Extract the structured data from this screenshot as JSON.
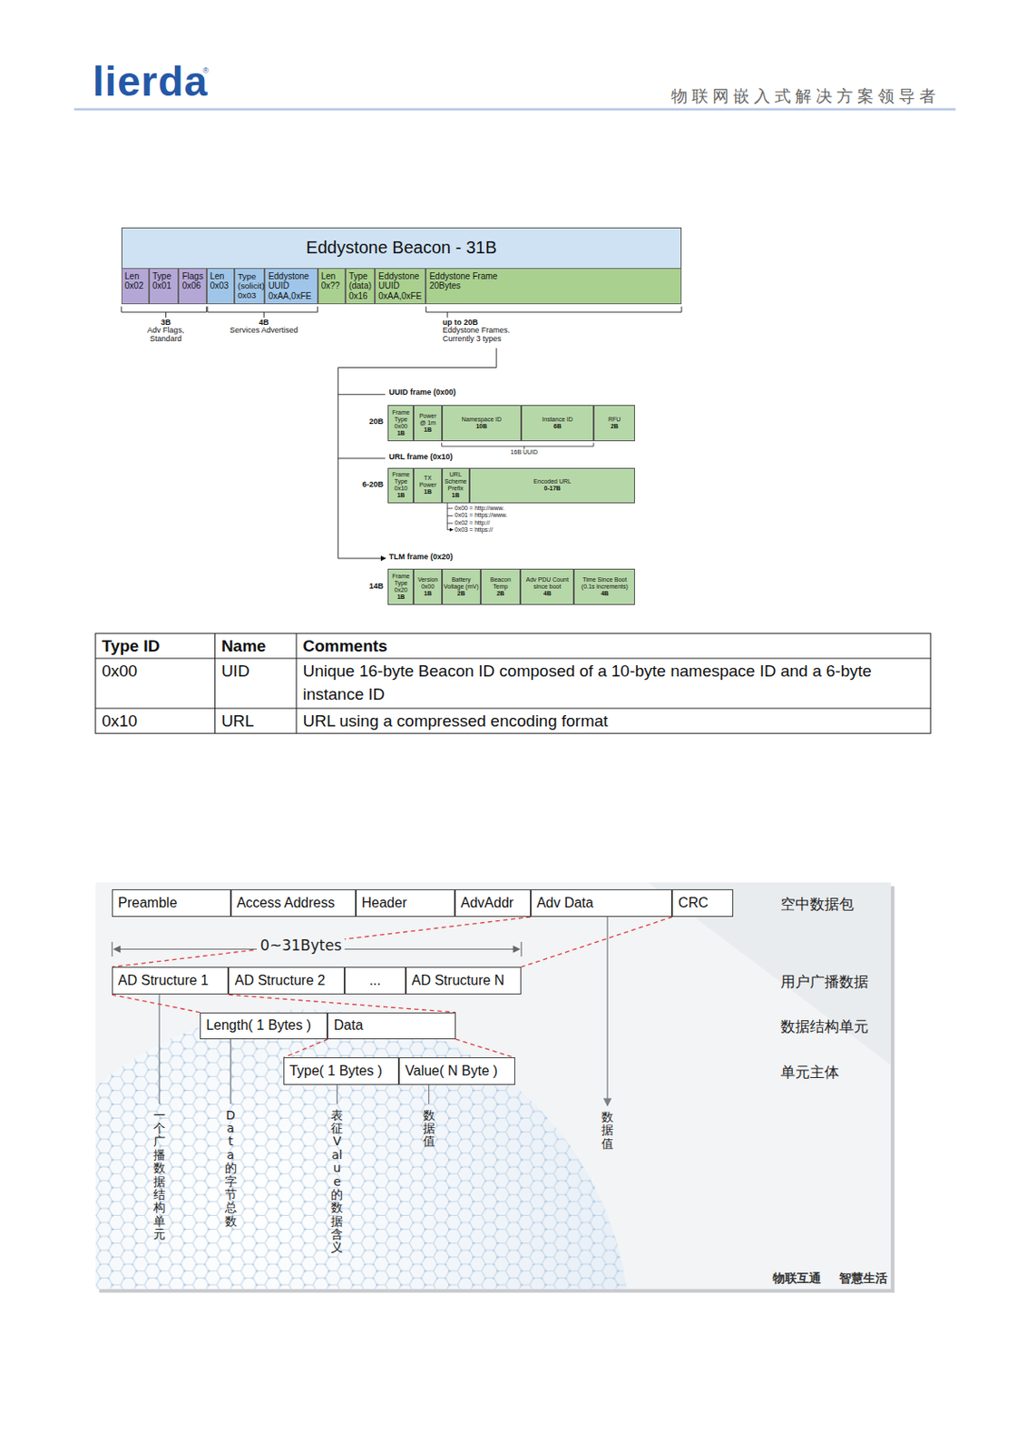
{
  "diagram": {
    "nodes": [
      {
        "text": [
          "Eddystone Beacon - 31B"
        ]
      },
      {
        "text": [
          "Len",
          "0x02"
        ],
        "in": 0
      },
      {
        "text": [
          "Type",
          "0x01"
        ],
        "in": 0
      },
      {
        "text": [
          "Flags",
          "0x06"
        ],
        "in": 0
      },
      {
        "text": [
          "Len",
          "0x03"
        ],
        "in": 0
      },
      {
        "text": [
          "Type (solicit)",
          "0x03"
        ],
        "in": 0
      },
      {
        "text": [
          "Eddystone UUID",
          "0xAA,0xFE"
        ],
        "in": 0
      },
      {
        "text": [
          "Len",
          "0x??"
        ],
        "in": 0
      },
      {
        "text": [
          "Type (data)",
          "0x16"
        ],
        "in": 0
      },
      {
        "text": [
          "Eddystone UUID",
          "0xAA,0xFE"
        ],
        "in": 0
      },
      {
        "text": [
          "Eddystone Frame",
          "20Bytes"
        ],
        "in": 0
      },
      {
        "text": [
          "Frame Type 0x00",
          "1B"
        ]
      },
      {
        "text": [
          "Power @ 1m",
          "1B"
        ]
      },
      {
        "text": [
          "Namespace ID",
          "10B"
        ]
      },
      {
        "text": [
          "Instance ID",
          "6B"
        ]
      },
      {
        "text": [
          "RFU",
          "2B"
        ]
      },
      {
        "text": [
          "Frame Type 0x10",
          "1B"
        ]
      },
      {
        "text": [
          "TX Power",
          "1B"
        ]
      },
      {
        "text": [
          "URL Scheme Prefix",
          "1B"
        ]
      },
      {
        "text": [
          "Encoded URL",
          "0-17B"
        ]
      },
      {
        "text": [
          "Frame Type 0x20",
          "1B"
        ]
      },
      {
        "text": [
          "Version 0x00",
          "1B"
        ]
      },
      {
        "text": [
          "Battery Voltage (mV)",
          "2B"
        ]
      },
      {
        "text": [
          "Beacon Temp",
          "2B"
        ]
      },
      {
        "text": [
          "Adv PDU Count since boot",
          "4B"
        ]
      },
      {
        "text": [
          "Time Since Boot (0.1s increments)",
          "4B"
        ]
      },
      {
        "text": [
          "Preamble"
        ]
      },
      {
        "text": [
          "Access Address"
        ]
      },
      {
        "text": [
          "Header"
        ]
      },
      {
        "text": [
          "AdvAddr"
        ]
      },
      {
        "text": [
          "Adv Data"
        ]
      },
      {
        "text": [
          "CRC"
        ]
      },
      {
        "text": [
          "AD Structure 1"
        ]
      },
      {
        "text": [
          "AD Structure 2"
        ]
      },
      {
        "text": [
          "..."
        ]
      },
      {
        "text": [
          "AD Structure N"
        ]
      },
      {
        "text": [
          "Length( 1 Bytes )"
        ]
      },
      {
        "text": [
          "Data"
        ]
      },
      {
        "text": [
          "Type( 1 Bytes )"
        ]
      },
      {
        "text": [
          "Value( N Byte )"
        ]
      }
    ],
    "edges": [
      {
        "from": 30,
        "to": 32,
        "arrow": "none"
      },
      {
        "from": 30,
        "to": 35,
        "arrow": "none"
      },
      {
        "from": 32,
        "to": 36,
        "arrow": "none"
      },
      {
        "from": 32,
        "to": 37,
        "arrow": "none"
      },
      {
        "from": 37,
        "to": 38,
        "arrow": "none"
      },
      {
        "from": 37,
        "to": 39,
        "arrow": "none"
      }
    ],
    "labels": [
      "lierda",
      "®",
      "物联网嵌入式解决方案领导者",
      "3B",
      "Adv Flags, Standard",
      "4B",
      "Services Advertised",
      "up to 20B",
      "Eddystone Frames. Currently 3 types",
      "UUID frame (0x00)",
      "20B",
      "16B UUID",
      "URL frame (0x10)",
      "6-20B",
      "0x00 = http://www.",
      "0x01 = https://www.",
      "0x02 = http://",
      "0x03 = https://",
      "TLM frame (0x20)",
      "14B",
      "Type ID",
      "Name",
      "Comments",
      "0x00",
      "UID",
      "Unique 16-byte Beacon ID composed of a 10-byte namespace ID and a 6-byte instance ID",
      "0x10",
      "URL",
      "URL using a compressed encoding format",
      "空中数据包",
      "0~31Bytes",
      "用户广播数据",
      "数据结构单元",
      "单元主体",
      "一个广播数据结构单元",
      "Data的字节总数",
      "表征Value的数据含义",
      "数据值",
      "数据值",
      "物联互通",
      "智慧生活"
    ]
  }
}
